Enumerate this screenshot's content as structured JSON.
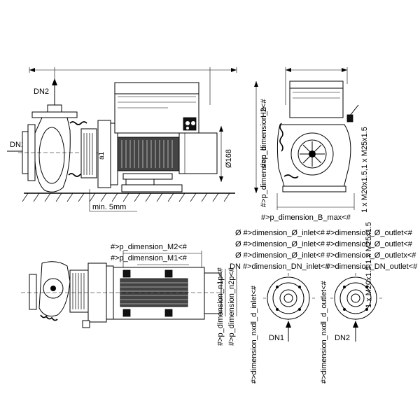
{
  "labels": {
    "dn2_top": "DN2",
    "dn1_left": "DN1",
    "a1": "a1",
    "d168": "Ø168",
    "min5mm": "min. 5mm",
    "h2": "H2<#",
    "pdim_h_top": "#>p_dimension_h",
    "pdim_h_bottom": "#>p_dimension_h",
    "pdim_b": "#>p_dimension_B_max<#",
    "m_cable": "1 x M20x1.5,1 x M25x1.5",
    "m_cable_lower": "1 x M20x1.5,1 x M25x1.5",
    "pdim_m2": "#>p_dimension_M2<#",
    "pdim_m1": "#>p_dimension_M1<#",
    "pdim_n1p": "#>p_dimension_n1p<#",
    "pdim_n2p": "#>p_dimension_n2p<#",
    "phi_inlet_a": "Ø #>dimension_Ø_inlet<#",
    "phi_outlet_a": "#>dimension_Ø_outlet<#",
    "phi_inlet_b": "Ø #>dimension_Ø_inlet<#",
    "phi_outlet_b": "#>dimension_Ø_outlet<#",
    "phi_inlet_c": "Ø #>dimension_Ø_inlet<#",
    "phi_outlet_c": "#>dimension_Ø_outletx<#",
    "dn_inlet": "DN #>dimension_DN_inlet<#",
    "dn_outlet": "#>dimension_DN_outlet<#",
    "nxdl_inlet": "#>dimension_nxdl_d_inlet<#",
    "nxdl_outlet": "#>dimension_nxdl_d_outlet<#",
    "dn1_flange": "DN1",
    "dn2_flange": "DN2"
  }
}
